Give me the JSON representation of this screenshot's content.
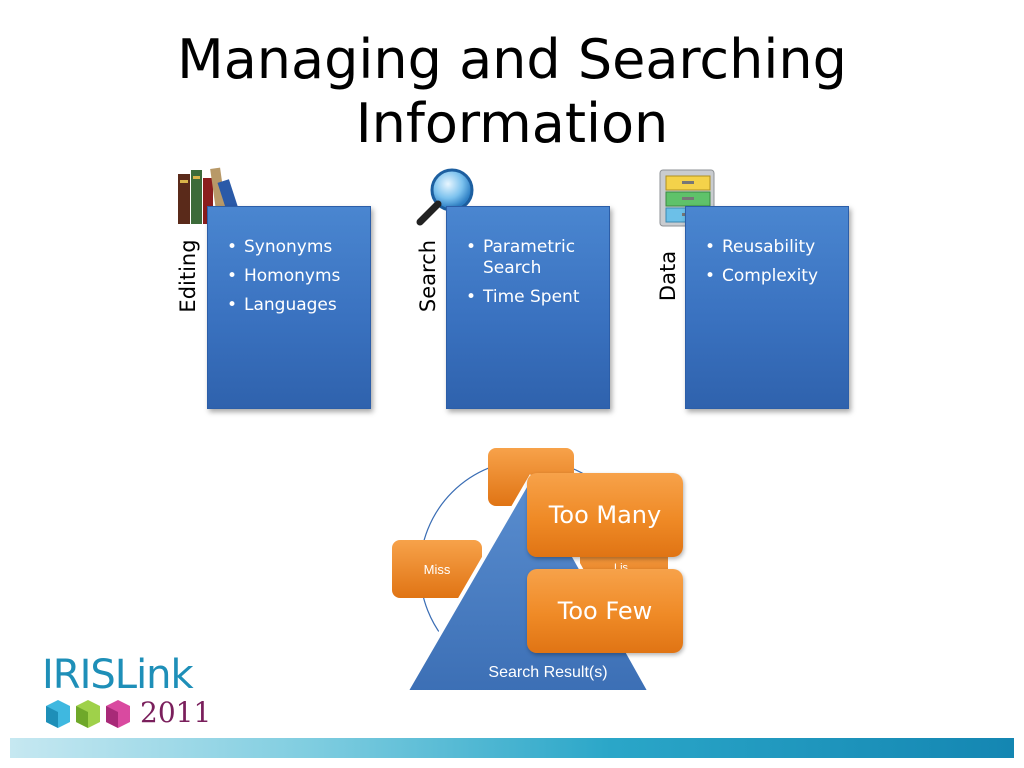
{
  "slide": {
    "title_line1": "Managing and Searching",
    "title_line2": "Information"
  },
  "cards": [
    {
      "tab": "Editing",
      "icon": "books-icon",
      "items": [
        "Synonyms",
        "Homonyms",
        "Languages"
      ]
    },
    {
      "tab": "Search",
      "icon": "magnifier-icon",
      "items": [
        "Parametric Search",
        "Time Spent"
      ]
    },
    {
      "tab": "Data",
      "icon": "file-cabinet-icon",
      "items": [
        "Reusability",
        "Complexity"
      ]
    }
  ],
  "diagram": {
    "cycle_left": "Miss",
    "cycle_right": "Lis",
    "box_top": "Too Many",
    "box_bottom": "Too Few",
    "triangle_label": "Search Result(s)"
  },
  "logo": {
    "name": "IRISLink",
    "year": "2011"
  },
  "colors": {
    "card_blue": "#3a72c0",
    "orange": "#ef8a26",
    "logo_blue": "#1e8fb8",
    "logo_purple": "#7a1f5c"
  }
}
